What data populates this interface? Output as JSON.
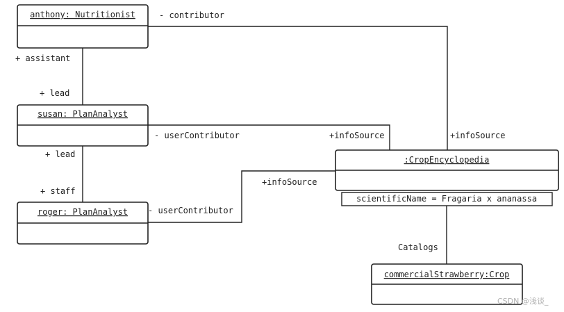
{
  "objects": {
    "anthony": "anthony: Nutritionist",
    "susan": "susan: PlanAnalyst",
    "roger": "roger: PlanAnalyst",
    "crop_encyclopedia": ":CropEncyclopedia",
    "strawberry": "commercialStrawberry:Crop"
  },
  "attribute": "scientificName = Fragaria x ananassa",
  "labels": {
    "contributor": "- contributor",
    "assistant": "+ assistant",
    "lead_top": "+ lead",
    "user_contributor_susan": "- userContributor",
    "info_source_susan": "+infoSource",
    "info_source_anthony": "+infoSource",
    "lead_mid": "+ lead",
    "staff": "+ staff",
    "info_source_roger": "+infoSource",
    "user_contributor_roger": "- userContributor",
    "catalogs": "Catalogs"
  },
  "watermark": "CSDN @浅谈_"
}
